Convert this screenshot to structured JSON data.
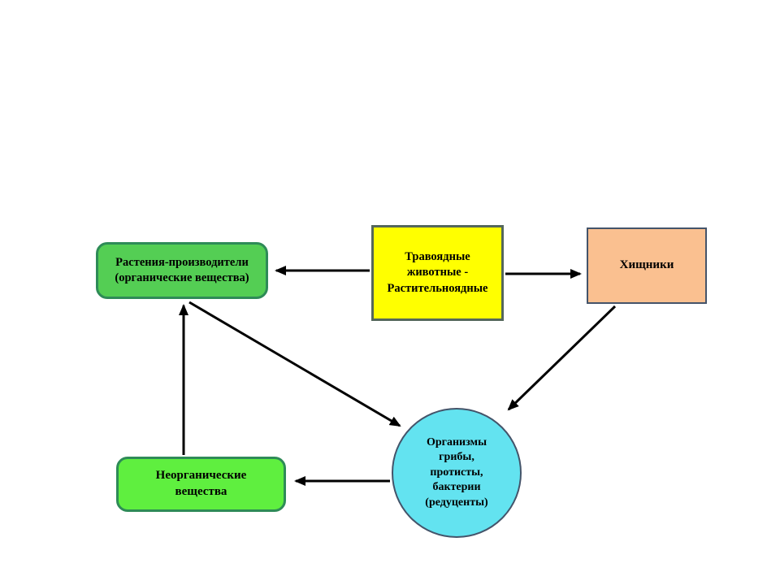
{
  "diagram": {
    "background_color": "#FFFFFF",
    "arrow_color": "#000000",
    "nodes": {
      "plants": {
        "label": "Растения-производители\n(органические вещества)",
        "fill": "#54CE54",
        "border": "#2E8B57",
        "shape": "rounded-rectangle"
      },
      "herbivores": {
        "label": "Травоядные\nживотные -\nРастительноядные",
        "fill": "#FFFF00",
        "border": "#55675B",
        "shape": "rectangle"
      },
      "predators": {
        "label": "Хищники",
        "fill": "#FAC090",
        "border": "#44546A",
        "shape": "rectangle"
      },
      "inorganic": {
        "label": "Неорганические\nвещества",
        "fill": "#5FEF3F",
        "border": "#2E8B57",
        "shape": "rounded-rectangle"
      },
      "decomposers": {
        "label": "Организмы\nгрибы,\nпротисты,\nбактерии\n(редуценты)",
        "fill": "#63E3F0",
        "border": "#44546A",
        "shape": "circle"
      }
    },
    "edges": [
      {
        "from": "herbivores",
        "to": "plants"
      },
      {
        "from": "herbivores",
        "to": "predators"
      },
      {
        "from": "predators",
        "to": "decomposers"
      },
      {
        "from": "plants",
        "to": "decomposers"
      },
      {
        "from": "decomposers",
        "to": "inorganic"
      },
      {
        "from": "inorganic",
        "to": "plants"
      }
    ]
  }
}
